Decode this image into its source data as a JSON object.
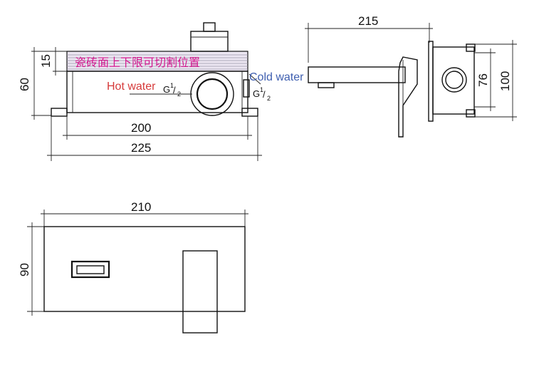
{
  "top_view": {
    "note": "瓷砖面上下限可切割位置",
    "hot_label": "Hot water",
    "cold_label": "Cold water",
    "fitting_g": "G",
    "fitting_num": "1",
    "fitting_slash": "/",
    "fitting_den": "2",
    "dim_15": "15",
    "dim_60": "60",
    "dim_200": "200",
    "dim_225": "225"
  },
  "side_view": {
    "dim_215": "215",
    "dim_76": "76",
    "dim_100": "100"
  },
  "front_view": {
    "dim_210": "210",
    "dim_90": "90"
  },
  "colors": {
    "note": "#d4178f",
    "hot": "#d63a3a",
    "cold": "#3f5fb0",
    "note_band": "#ece6f2"
  }
}
